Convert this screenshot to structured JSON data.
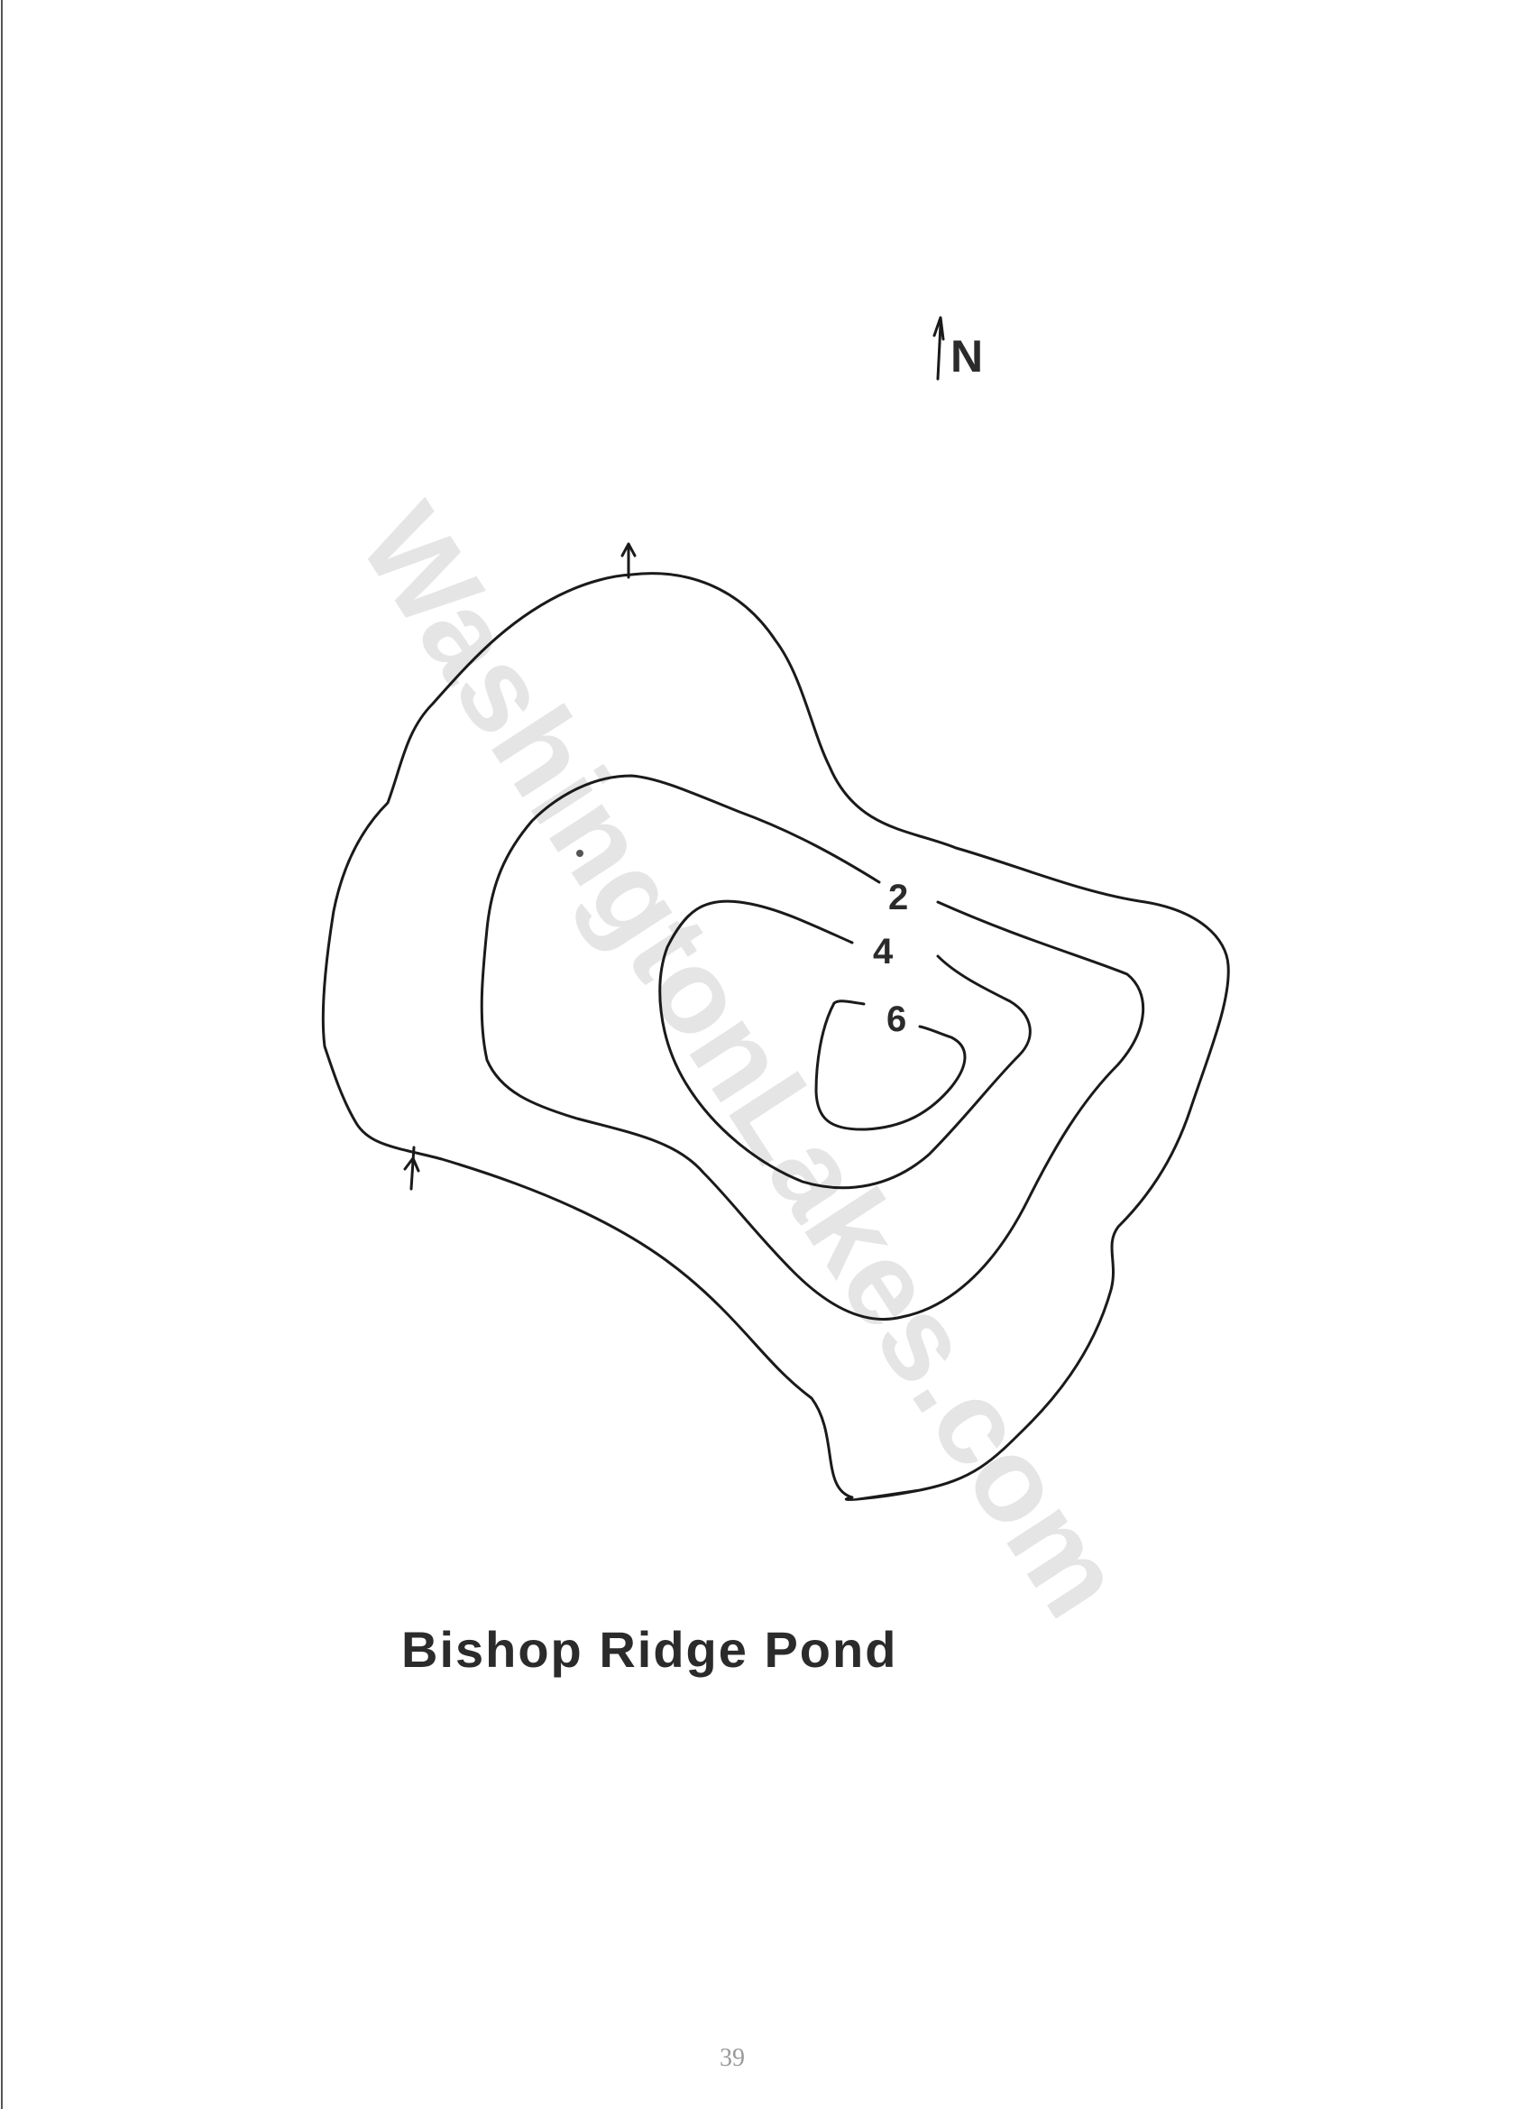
{
  "map": {
    "title": "Bishop Ridge Pond",
    "north_label": "N",
    "depth_contours": [
      {
        "depth": 2,
        "label": "2"
      },
      {
        "depth": 4,
        "label": "4"
      },
      {
        "depth": 6,
        "label": "6"
      }
    ],
    "watermark": "WashingtonLakes.com",
    "page_number": "39"
  }
}
